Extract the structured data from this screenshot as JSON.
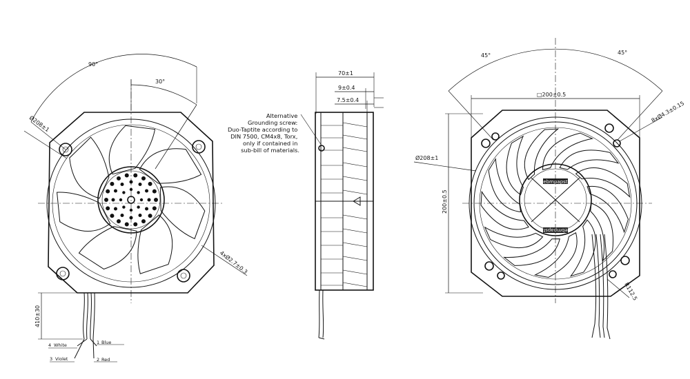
{
  "left_view": {
    "angle_90": "90°",
    "angle_30": "30°",
    "diameter": "Ø208±1",
    "hole_callout": "4xØ2.7±0.3",
    "lead_length": "410±30",
    "wires": [
      {
        "num": "1",
        "color": "Blue"
      },
      {
        "num": "2",
        "color": "Red"
      },
      {
        "num": "3",
        "color": "Violet"
      },
      {
        "num": "4",
        "color": "White"
      }
    ]
  },
  "side_view": {
    "width": "70±1",
    "dim_9": "9±0.4",
    "dim_7_5": "7.5±0.4",
    "note_lines": [
      "Alternative",
      "Grounding screw:",
      "Duo-Taptite according to",
      "DIN 7500, CM4x8, Torx,",
      "only if contained in",
      "sub-bill of materials."
    ]
  },
  "right_view": {
    "angle_left": "45°",
    "angle_right": "45°",
    "square": "□200±0.5",
    "hole_callout": "8xØ4.3±0.15",
    "diameter": "Ø208±1",
    "height": "200±0.5",
    "radius": "R112.5",
    "hub_label": "ebmpapst",
    "hub_label_flipped": "ebmpapst"
  }
}
